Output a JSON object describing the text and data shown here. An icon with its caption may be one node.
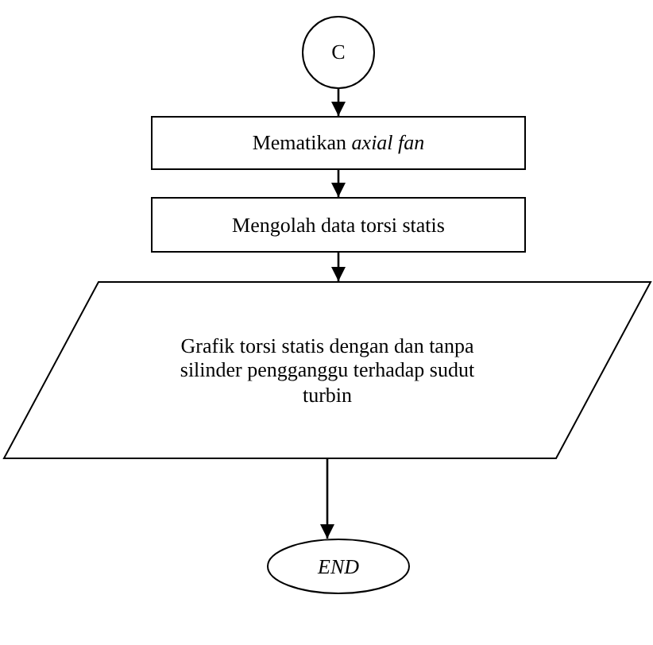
{
  "diagram": {
    "nodes": [
      {
        "text": [
          "C"
        ]
      },
      {
        "text": [
          "Mematikan *axial fan*"
        ]
      },
      {
        "text": [
          "Mengolah data torsi statis"
        ]
      },
      {
        "text": [
          "Grafik torsi statis dengan dan tanpa silinder pengganggu terhadap sudut turbin"
        ]
      },
      {
        "text": [
          "END"
        ]
      }
    ],
    "edges": [
      {
        "from": 0,
        "to": 1,
        "arrow": "to"
      },
      {
        "from": 1,
        "to": 2,
        "arrow": "to"
      },
      {
        "from": 2,
        "to": 3,
        "arrow": "to"
      },
      {
        "from": 3,
        "to": 4,
        "arrow": "to"
      }
    ]
  }
}
